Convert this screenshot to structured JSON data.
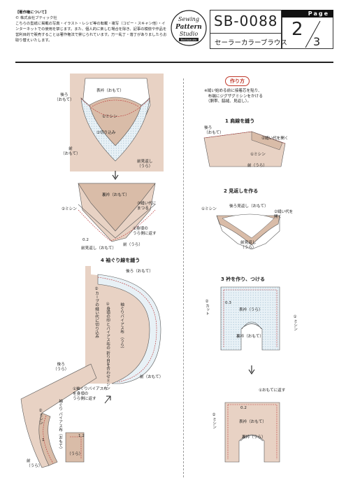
{
  "header": {
    "copyright_title": "【著作権について】",
    "copyright_company": "© 株式会社ブティック社",
    "copyright_body": "こちらの型紙に掲載の写真・イラスト・レシピ等の転載・複写（コピー・スキャン他）・インターネットでの使用を禁じます。また、個人的に楽しむ場合を除き、記事の模倣や作品を営利目的で販売することは著作権法で禁じられています。万一乱丁・落丁がありましたらお取り替えいたします。",
    "logo_text": [
      "Sewing",
      "Pattern",
      "Studio"
    ],
    "logo_sub": "Boutique-sha",
    "code": "SB-0088",
    "pattern_title": "セーラーカラーブラウス",
    "page_label": "Page",
    "page_number": "2",
    "page_total": "3"
  },
  "colors": {
    "fabric": "#d9bca8",
    "fabric_bg": "#e8d2c4",
    "dotted": "#e3eef5",
    "dot": "#8fb3c9",
    "stitch": "#b33"
  },
  "left": {
    "fig1": {
      "back": "後ろ\n（おもて）",
      "collar": "表衿（おもて）",
      "stitch1": "①ミシン",
      "clip2": "②切り込み",
      "facing": "前見返し\n（うら）",
      "front": "前\n（おもて）"
    },
    "fig2": {
      "under_collar": "裏衿（おもて）",
      "seam3": "③縫い代に\nまつる",
      "stitch2": "②ミシン",
      "fold1": "①身頃の\nうら側に返す",
      "num": "0.2",
      "facing": "前見返し（おもて）",
      "front": "前（うら）"
    },
    "step4": "4 袖ぐり線を縫う",
    "fig3": {
      "back": "後ろ（おもて）",
      "bias": "袖ぐりバイアス布\n（うら）",
      "stitch1": "①身頃の印とバイアス布の\n折り目を合わせミシン",
      "clip2": "②カーブの縫い代に切り込み",
      "front": "前（おもて）"
    },
    "fig4": {
      "back": "後ろ\n（うら）",
      "fold": "①袖ぐりバイアス布\nを身頃の\nうら側に返す",
      "bias": "袖ぐり\nバイアス布（おもて）",
      "stitch2": "②ミシン",
      "num1": "1",
      "num2": "1.2",
      "inner": "（うら）",
      "front": "前\n（うら）"
    }
  },
  "right": {
    "howto": "作り方",
    "note": "※縫い始める前に接着芯を貼り、\n　布端にジグザグミシンをかける\n　（胴帯、脇縫、見返し）。",
    "step1": "1 肩線を縫う",
    "fig1": {
      "back": "後ろ\n（おもて）",
      "seam2": "②縫い代を開く",
      "stitch1": "①ミシン",
      "front": "前（うら）"
    },
    "step2": "2 見返しを作る",
    "fig2": {
      "stitch1": "①ミシン",
      "back_facing": "後ろ見返し（おもて）",
      "seam2": "②縫い代を\n開く",
      "front_facing": "前見返し\n（うら）"
    },
    "step3": "3 衿を作り、つける",
    "fig3": {
      "cut2": "②カット",
      "num": "0.3",
      "top_collar": "表衿（うら）",
      "under_collar": "裏衿（おもて）",
      "stitch1": "①ミシン"
    },
    "fig4": {
      "turn1": "①おもてに返す",
      "stitch2": "②ミシン",
      "num": "0.2",
      "top_collar": "表衿（おもて）",
      "under_collar": "裏衿（うら）"
    }
  }
}
